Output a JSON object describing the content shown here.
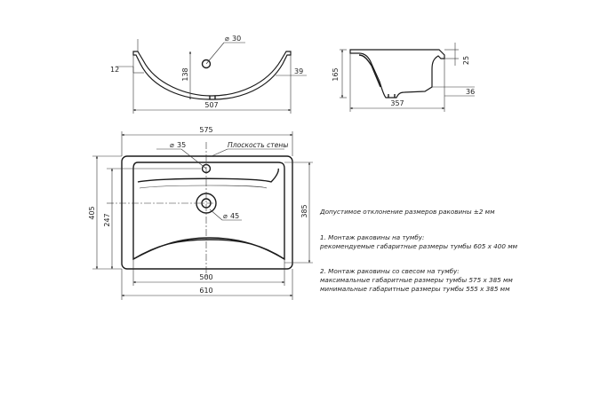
{
  "top_view": {
    "dims": {
      "d30": "30",
      "d138": "138",
      "d12": "12",
      "d39": "39",
      "d507": "507"
    }
  },
  "side_view": {
    "dims": {
      "d165": "165",
      "d25": "25",
      "d36": "36",
      "d357": "357"
    }
  },
  "plan_view": {
    "dims": {
      "d575": "575",
      "d35": "35",
      "d45": "45",
      "d405": "405",
      "d247": "247",
      "d385": "385",
      "d500": "500",
      "d610": "610"
    },
    "wall_plane_label": "Плоскость стены"
  },
  "notes": {
    "tolerance": "Допустимое отклонение размеров раковины ±2 мм",
    "n1_title": "1. Монтаж раковины на тумбу:",
    "n1_line1": "рекомендуемые габаритные размеры тумбы 605 х 400 мм",
    "n2_title": "2. Монтаж раковины со свесом на тумбу:",
    "n2_line1": "максимальные габаритные размеры тумбы 575 х 385 мм",
    "n2_line2": "минимальные габаритные размеры тумбы 555 х 385 мм"
  },
  "symbols": {
    "diameter": "⌀"
  }
}
